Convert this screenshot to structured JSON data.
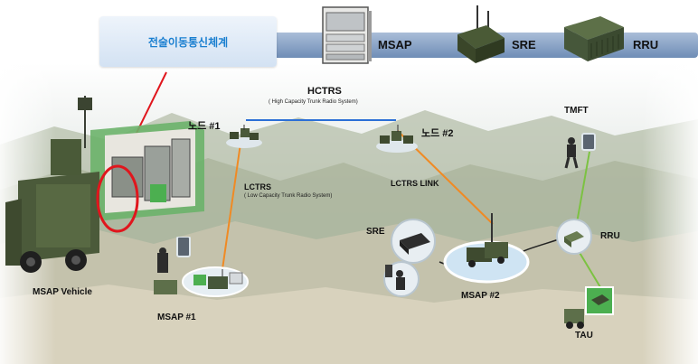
{
  "banner": {
    "title": "전술이동통신체계",
    "items": [
      {
        "label": "MSAP",
        "icon": "rack-shelter-icon"
      },
      {
        "label": "SRE",
        "icon": "radio-box-icon"
      },
      {
        "label": "RRU",
        "icon": "radio-unit-icon"
      }
    ]
  },
  "links": {
    "hctrs": {
      "label": "HCTRS",
      "sub": "( High Capacity Trunk Radio System)"
    },
    "lctrs": {
      "label": "LCTRS",
      "sub": "( Low Capacity Trunk Radio System)"
    },
    "lctrs_link": "LCTRS LINK"
  },
  "nodes": {
    "node1": "노드 #1",
    "node2": "노드 #2"
  },
  "units": {
    "msap_vehicle": "MSAP Vehicle",
    "msap1": "MSAP #1",
    "msap2": "MSAP #2",
    "sre": "SRE",
    "rru": "RRU",
    "tmft": "TMFT",
    "tau": "TAU"
  },
  "colors": {
    "highlight": "#e0161d",
    "hctrs_line": "#2b6fd6",
    "lctrs_line": "#f08a24",
    "rru_line": "#7cc242",
    "banner_band": "#8aa4c8",
    "banner_box": "#dfeaf6",
    "banner_title": "#1a7fd0"
  }
}
